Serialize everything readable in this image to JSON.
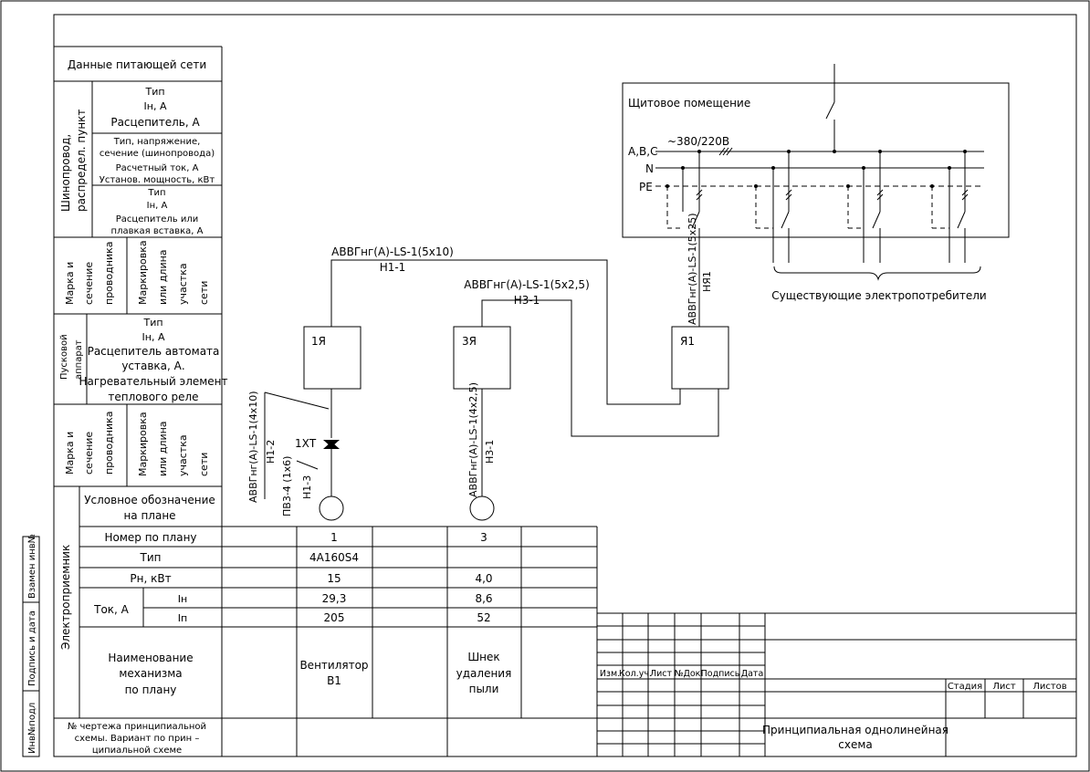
{
  "side_stamp": {
    "replaced_inv": "Взамен инв№",
    "sign_date": "Подпись и дата",
    "inv_orig": "Инв№подл"
  },
  "left_table": {
    "supply_data": "Данные питающей сети",
    "busbar_group": [
      "Шинопровод,",
      "распредел. пункт"
    ],
    "busbar_type": [
      "Тип",
      "Iн, А",
      "Расцепитель, А"
    ],
    "busbar_params": [
      "Тип, напряжение,",
      "сечение (шинопровода)",
      "Расчетный ток, А",
      "Установ. мощность, кВт"
    ],
    "busbar_protect": [
      "Тип",
      "Iн, А",
      "Расцепитель или",
      "плавкая вставка, А"
    ],
    "conductor1": [
      "Марка и",
      "сечение",
      "проводника"
    ],
    "marking1": [
      "Маркировка",
      "или длина",
      "участка",
      "сети"
    ],
    "starter_group": [
      "Пусковой",
      "аппарат"
    ],
    "starter_params": [
      "Тип",
      "Iн, А",
      "Расцепитель автомата",
      "уставка, А.",
      "Нагревательный элемент",
      "теплового реле"
    ],
    "conductor2": [
      "Марка и",
      "сечение",
      "проводника"
    ],
    "marking2": [
      "Маркировка",
      "или длина",
      "участка",
      "сети"
    ],
    "plan_symbol": [
      "Условное обозначение",
      "на плане"
    ],
    "receiver_group": "Электроприемник",
    "plan_number": "Номер по плану",
    "type": "Тип",
    "power": "Рн, кВт",
    "current": "Ток, А",
    "in_label": "Iн",
    "ip_label": "Iп",
    "mechanism_name": [
      "Наименование",
      "механизма",
      "по плану"
    ],
    "drawing_number": [
      "№ чертежа принципиальной",
      "схемы. Вариант по прин –",
      "ципиальной схеме"
    ]
  },
  "consumers": [
    {
      "plan_no": "1",
      "type": "4А160S4",
      "power": "15",
      "in": "29,3",
      "ip": "205",
      "name": [
        "Вентилятор",
        "В1"
      ]
    },
    {
      "plan_no": "3",
      "type": "",
      "power": "4,0",
      "in": "8,6",
      "ip": "52",
      "name": [
        "Шнек",
        "удаления",
        "пыли"
      ]
    }
  ],
  "scheme": {
    "room_title": "Щитовое помещение",
    "voltage": "~380/220В",
    "phases": "А,В,С",
    "neutral": "N",
    "pe": "PE",
    "existing_consumers": "Существующие электропотребители",
    "feeder_main_cable": "АВВГнг(А)-LS-1(5х25)",
    "feeder_main_mark": "НЯ1",
    "cable_1": "АВВГнг(А)-LS-1(5х10)",
    "cable_1_mark": "Н1-1",
    "cable_3": "АВВГнг(А)-LS-1(5х2,5)",
    "cable_3_mark": "Н3-1",
    "box_1": "1Я",
    "box_3": "3Я",
    "box_main": "Я1",
    "motor1_cable": "АВВГнг(А)-LS-1(4х10)",
    "motor1_mark": "Н1-2",
    "motor1_wire": "ПВ3-4 (1х6)",
    "motor1_wire_mark": "Н1-3",
    "terminal": "1ХТ",
    "motor3_cable": "АВВГнг(А)-LS-1(4х2,5)",
    "motor3_mark": "Н3-1"
  },
  "title_block": {
    "col_headers": [
      "Изм.",
      "Кол.уч.",
      "Лист",
      "№Док",
      "Подпись",
      "Дата"
    ],
    "stage_headers": [
      "Стадия",
      "Лист",
      "Листов"
    ],
    "drawing_title": [
      "Принципиальная однолинейная",
      "схема"
    ]
  }
}
